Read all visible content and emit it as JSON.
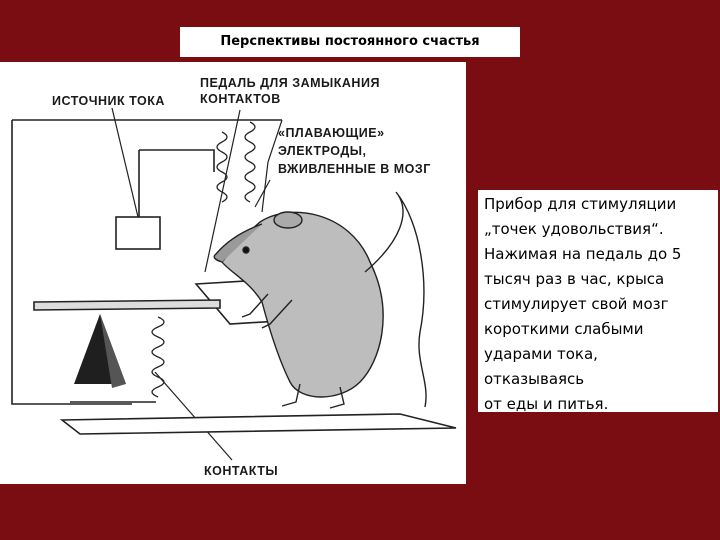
{
  "slide": {
    "title": "Перспективы постоянного счастья",
    "background_color": "#7a0d12"
  },
  "figure": {
    "labels": {
      "power_source": "ИСТОЧНИК ТОКА",
      "pedal_line1": "ПЕДАЛЬ ДЛЯ ЗАМЫКАНИЯ",
      "pedal_line2": "КОНТАКТОВ",
      "electrodes_line1": "«ПЛАВАЮЩИЕ»",
      "electrodes_line2": "ЭЛЕКТРОДЫ,",
      "electrodes_line3": "ВЖИВЛЕННЫЕ В МОЗГ",
      "contacts": "КОНТАКТЫ"
    }
  },
  "caption": {
    "lines": [
      "Прибор для стимуляции",
      "„точек удовольствия“.",
      "Нажимая на педаль до 5",
      "тысяч раз в час, крыса",
      "стимулирует свой мозг",
      "короткими слабыми",
      "ударами тока,",
      "отказываясь",
      "от еды и питья."
    ]
  }
}
